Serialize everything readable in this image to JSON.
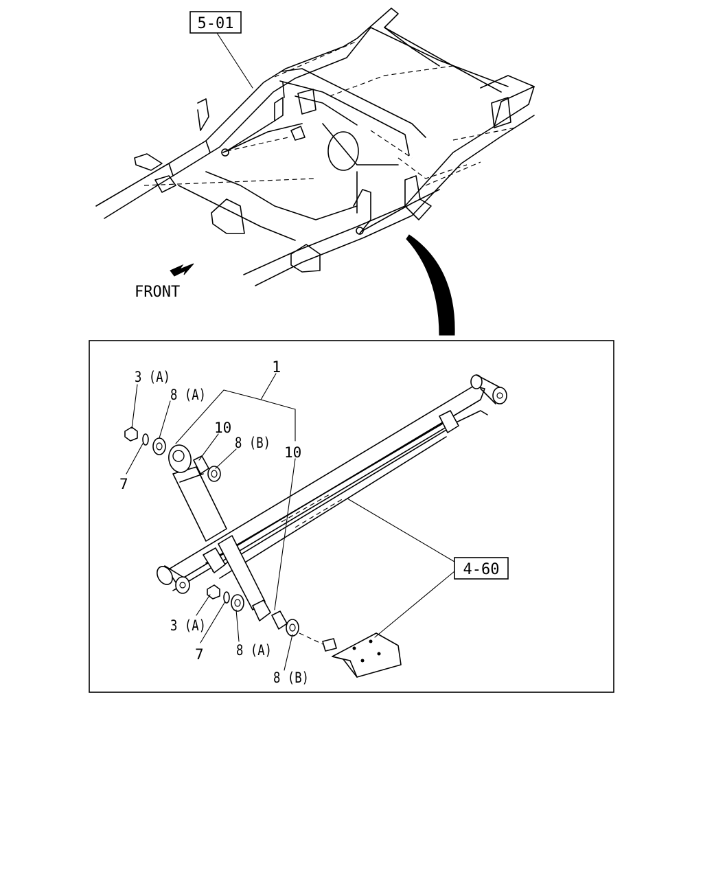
{
  "references": {
    "frame_ref": "5-01",
    "spring_ref": "4-60"
  },
  "direction_label": "FRONT",
  "callouts": {
    "shock_absorber": "1",
    "nut_top": "3 (A)",
    "nut_bottom": "3 (A)",
    "washer_top": "7",
    "washer_bottom": "7",
    "bushing_a_top": "8 (A)",
    "bushing_a_bottom": "8 (A)",
    "bushing_b_top": "8 (B)",
    "bushing_b_bottom": "8 (B)",
    "spacer_top": "10",
    "spacer_bottom": "10"
  },
  "icons": {
    "direction_arrow": "arrow-down-left-icon",
    "detail_arrow": "curved-pointer-icon"
  }
}
